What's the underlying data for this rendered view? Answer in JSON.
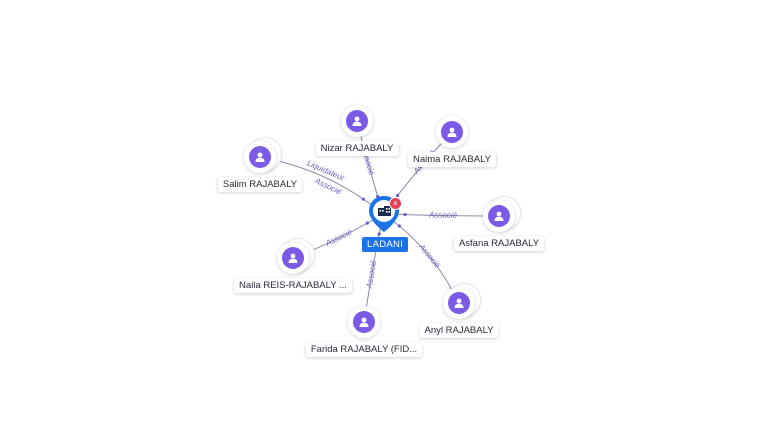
{
  "company": {
    "name": "LADANI",
    "icon": "building-icon",
    "close_icon": "close-icon",
    "close_glyph": "×"
  },
  "people": [
    {
      "key": "salim",
      "name": "Salim RAJABALY",
      "roles": [
        "Liquidateur",
        "Associé"
      ],
      "stacked": true
    },
    {
      "key": "nizar",
      "name": "Nizar RAJABALY",
      "roles": [
        "Associé"
      ],
      "stacked": false
    },
    {
      "key": "naima",
      "name": "Naima RAJABALY",
      "roles": [
        "Associé"
      ],
      "stacked": false
    },
    {
      "key": "asfana",
      "name": "Asfana RAJABALY",
      "roles": [
        "Associé"
      ],
      "stacked": true
    },
    {
      "key": "naila",
      "name": "Naila REIS-RAJABALY ...",
      "roles": [
        "Associé"
      ],
      "stacked": true
    },
    {
      "key": "farida",
      "name": "Farida RAJABALY (FID...",
      "roles": [
        "Associé"
      ],
      "stacked": false
    },
    {
      "key": "anyl",
      "name": "Anyl RAJABALY",
      "roles": [
        "Associé"
      ],
      "stacked": true
    }
  ],
  "colors": {
    "accent": "#1a73e8",
    "person": "#7b5ae6",
    "edge": "#8a8aa8",
    "edge_label": "#6a5fc4",
    "close": "#e8405a"
  }
}
